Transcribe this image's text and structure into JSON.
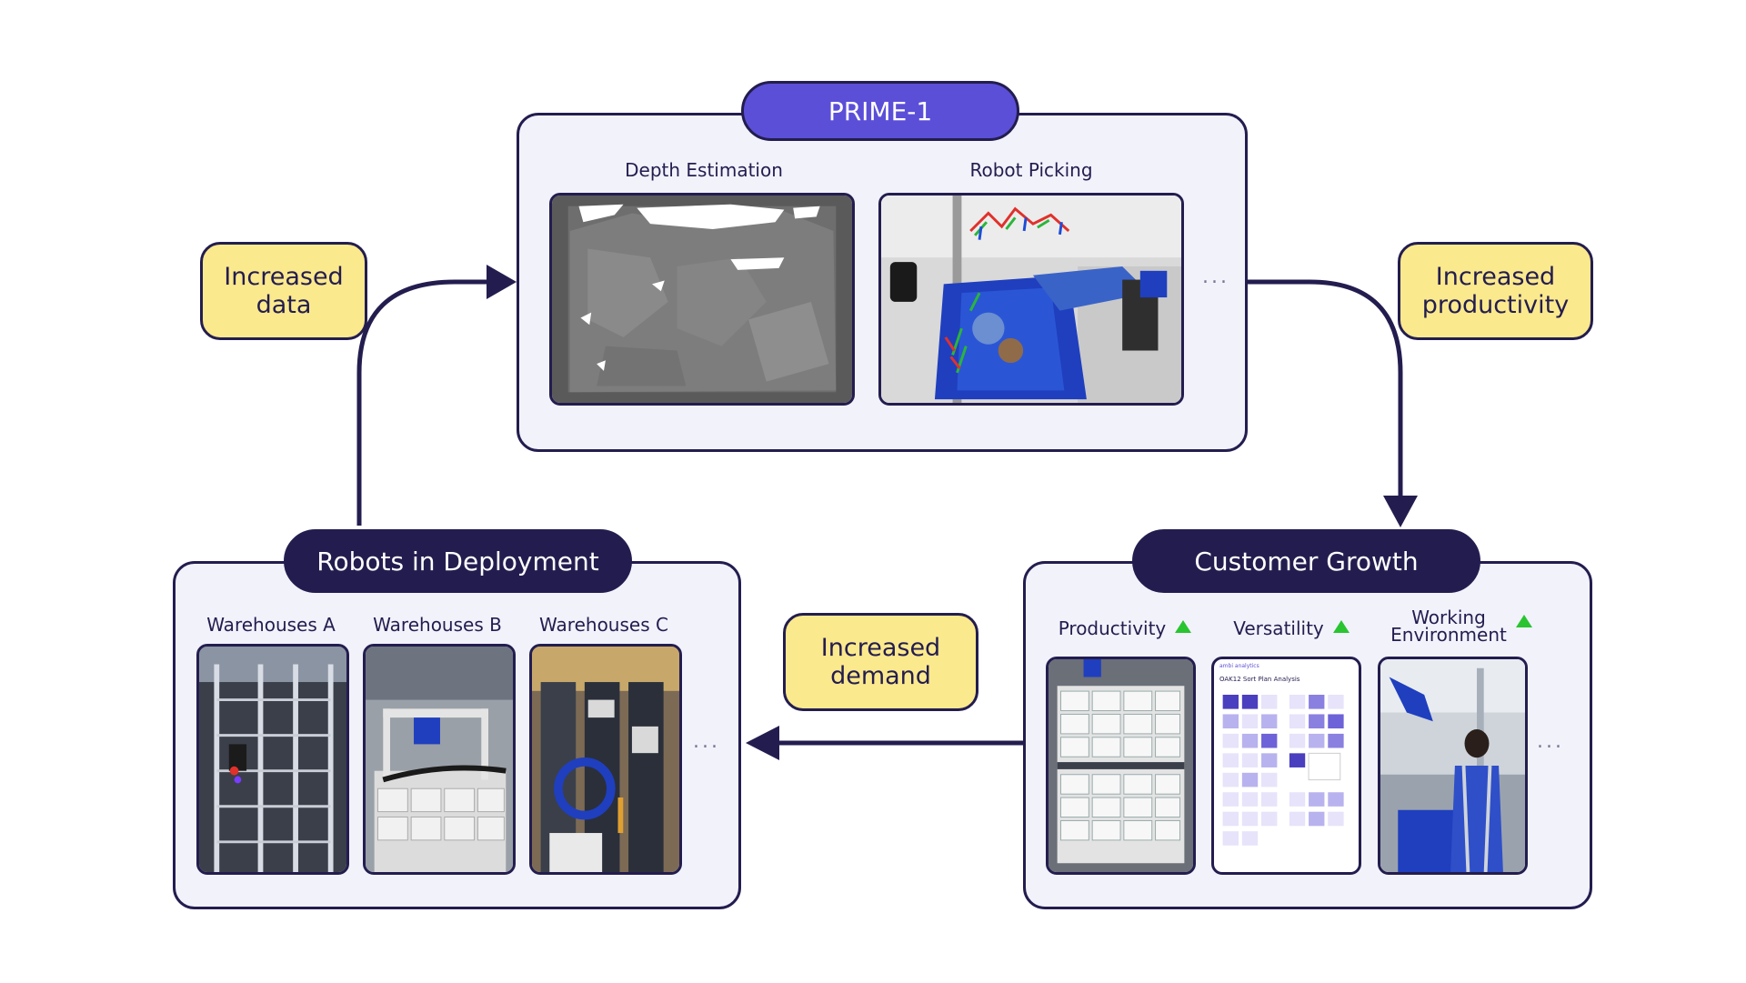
{
  "prime": {
    "title": "PRIME-1",
    "items": [
      "Depth Estimation",
      "Robot Picking"
    ]
  },
  "robots": {
    "title": "Robots in Deployment",
    "items": [
      "Warehouses A",
      "Warehouses B",
      "Warehouses C"
    ]
  },
  "customer": {
    "title": "Customer Growth",
    "items": [
      "Productivity",
      "Versatility"
    ],
    "working_line1": "Working",
    "working_line2": "Environment",
    "analytics_brand": "ambi analytics",
    "analytics_title": "OAK12 Sort Plan Analysis"
  },
  "callouts": {
    "data_l1": "Increased",
    "data_l2": "data",
    "prod_l1": "Increased",
    "prod_l2": "productivity",
    "demand_l1": "Increased",
    "demand_l2": "demand"
  },
  "ellipsis": "...",
  "colors": {
    "navy": "#231d4f",
    "prime_purple": "#5b4fd8",
    "callout_yellow": "#fbe98d",
    "panel_bg": "#f2f2fb",
    "up_green": "#2ac431"
  }
}
